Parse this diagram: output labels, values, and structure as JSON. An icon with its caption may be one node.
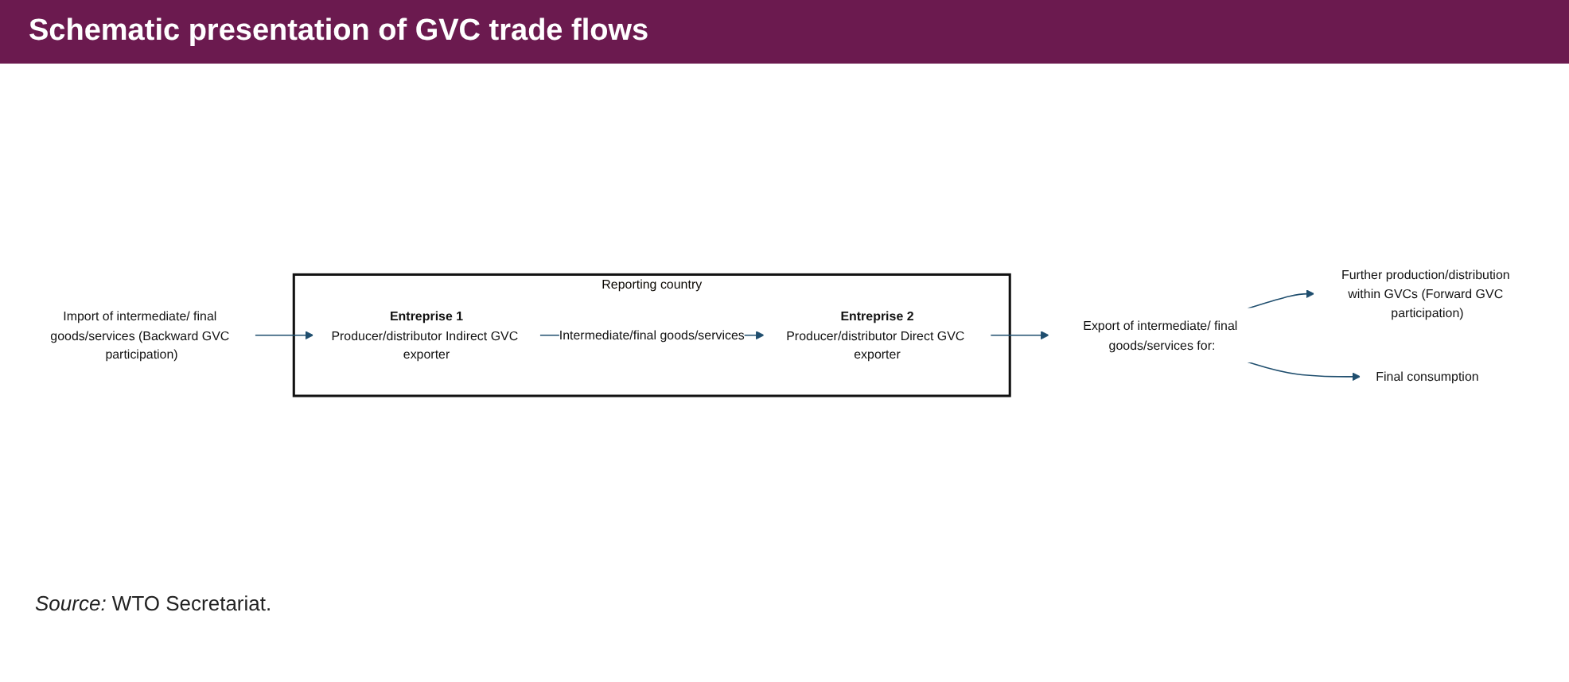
{
  "diagram": {
    "title": "Schematic presentation of GVC trade flows",
    "caption": "*Source:* WTO Secretariat.",
    "nodes": [
      {
        "text": [
          "Reporting country"
        ]
      },
      {
        "text": [
          "Import of intermediate/ final goods/services (Backward GVC participation)"
        ]
      },
      {
        "text": [
          "Entreprise 1",
          "Producer/distributor Indirect GVC exporter"
        ],
        "in": 0
      },
      {
        "text": [
          "Entreprise 2",
          "Producer/distributor Direct GVC exporter"
        ],
        "in": 0
      },
      {
        "text": [
          "Export of intermediate/ final goods/services for:"
        ]
      },
      {
        "text": [
          "Further production/distribution within GVCs (Forward GVC participation)"
        ]
      },
      {
        "text": [
          "Final consumption"
        ]
      }
    ],
    "edges": [
      {
        "from": 1,
        "to": 2,
        "arrow": "to"
      },
      {
        "from": 2,
        "to": 3,
        "arrow": "to",
        "label": "Intermediate/final goods/services"
      },
      {
        "from": 3,
        "to": 4,
        "arrow": "to"
      },
      {
        "from": 4,
        "to": 5,
        "arrow": "to"
      },
      {
        "from": 4,
        "to": 6,
        "arrow": "to"
      }
    ]
  }
}
